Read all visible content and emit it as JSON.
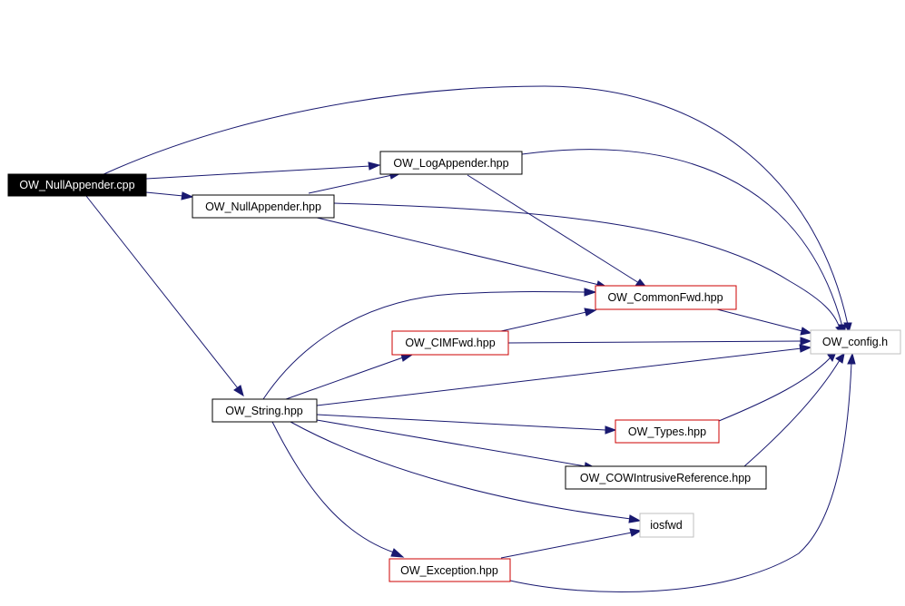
{
  "nodes": {
    "nullappender_cpp": {
      "label": "OW_NullAppender.cpp"
    },
    "logappender_hpp": {
      "label": "OW_LogAppender.hpp"
    },
    "nullappender_hpp": {
      "label": "OW_NullAppender.hpp"
    },
    "commonfwd_hpp": {
      "label": "OW_CommonFwd.hpp"
    },
    "config_h": {
      "label": "OW_config.h"
    },
    "cimfwd_hpp": {
      "label": "OW_CIMFwd.hpp"
    },
    "string_hpp": {
      "label": "OW_String.hpp"
    },
    "types_hpp": {
      "label": "OW_Types.hpp"
    },
    "cowintrusivereference_hpp": {
      "label": "OW_COWIntrusiveReference.hpp"
    },
    "iosfwd": {
      "label": "iosfwd"
    },
    "exception_hpp": {
      "label": "OW_Exception.hpp"
    }
  },
  "edges": [
    {
      "from": "OW_NullAppender.cpp",
      "to": "OW_config.h"
    },
    {
      "from": "OW_NullAppender.cpp",
      "to": "OW_LogAppender.hpp"
    },
    {
      "from": "OW_NullAppender.cpp",
      "to": "OW_NullAppender.hpp"
    },
    {
      "from": "OW_NullAppender.cpp",
      "to": "OW_String.hpp"
    },
    {
      "from": "OW_LogAppender.hpp",
      "to": "OW_config.h"
    },
    {
      "from": "OW_LogAppender.hpp",
      "to": "OW_CommonFwd.hpp"
    },
    {
      "from": "OW_NullAppender.hpp",
      "to": "OW_LogAppender.hpp"
    },
    {
      "from": "OW_NullAppender.hpp",
      "to": "OW_config.h"
    },
    {
      "from": "OW_NullAppender.hpp",
      "to": "OW_CommonFwd.hpp"
    },
    {
      "from": "OW_CommonFwd.hpp",
      "to": "OW_config.h"
    },
    {
      "from": "OW_CIMFwd.hpp",
      "to": "OW_CommonFwd.hpp"
    },
    {
      "from": "OW_CIMFwd.hpp",
      "to": "OW_config.h"
    },
    {
      "from": "OW_String.hpp",
      "to": "OW_CommonFwd.hpp"
    },
    {
      "from": "OW_String.hpp",
      "to": "OW_CIMFwd.hpp"
    },
    {
      "from": "OW_String.hpp",
      "to": "OW_config.h"
    },
    {
      "from": "OW_String.hpp",
      "to": "OW_Types.hpp"
    },
    {
      "from": "OW_String.hpp",
      "to": "OW_COWIntrusiveReference.hpp"
    },
    {
      "from": "OW_String.hpp",
      "to": "iosfwd"
    },
    {
      "from": "OW_String.hpp",
      "to": "OW_Exception.hpp"
    },
    {
      "from": "OW_Types.hpp",
      "to": "OW_config.h"
    },
    {
      "from": "OW_COWIntrusiveReference.hpp",
      "to": "OW_config.h"
    },
    {
      "from": "OW_Exception.hpp",
      "to": "iosfwd"
    },
    {
      "from": "OW_Exception.hpp",
      "to": "OW_config.h"
    }
  ],
  "colors": {
    "edge": "#191970",
    "root_fill": "#000000",
    "documented_border": "#000000",
    "undocumented_border": "#cc0000",
    "external_border": "#bfbfbf"
  }
}
